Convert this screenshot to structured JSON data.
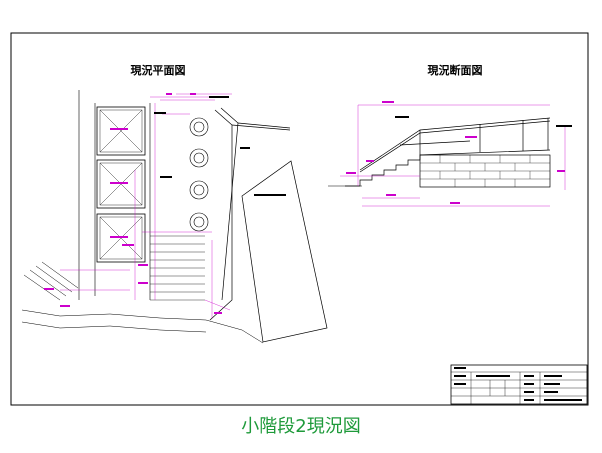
{
  "drawing": {
    "plan_title": "現況平面図",
    "section_title": "現況断面図"
  },
  "caption": "小階段2現況図",
  "colors": {
    "outline": "#000000",
    "dimension": "#cc00cc",
    "caption": "#1e9a3a"
  }
}
